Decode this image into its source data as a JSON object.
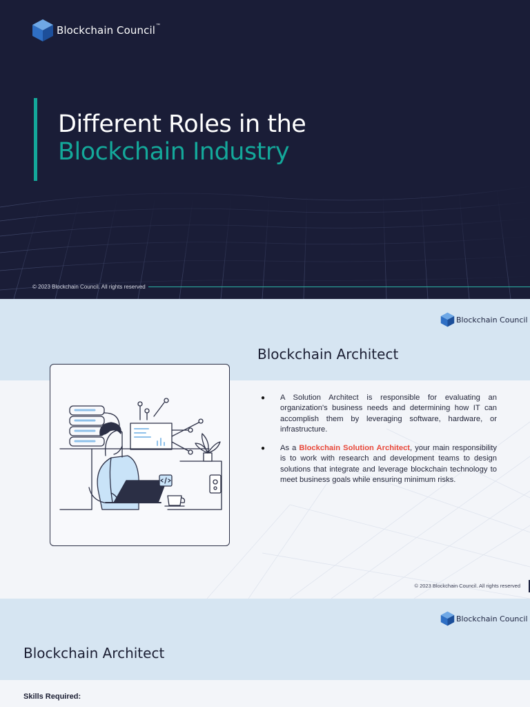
{
  "brand": {
    "name": "Blockchain Council",
    "trademark": "™"
  },
  "slide1": {
    "title_line1": "Different Roles in the",
    "title_line2": "Blockchain Industry",
    "copyright": "© 2023 Blockchain Council. All rights reserved",
    "colors": {
      "background": "#1a1d37",
      "accent": "#14a89a"
    }
  },
  "slide2": {
    "heading": "Blockchain Architect",
    "bullets": [
      {
        "text": "A Solution Architect is responsible for evaluating an organization's business needs and determining how IT can accomplish them by leveraging software, hardware, or infrastructure."
      },
      {
        "prefix": "As a ",
        "highlight": "Blockchain Solution Architect",
        "suffix": ", your main responsibility is to work with research and development teams to design solutions that integrate and leverage blockchain technology to meet business goals while ensuring minimum risks."
      }
    ],
    "bullet_symbol": "●",
    "illustration_icon": "developer-at-laptop-illustration",
    "copyright": "© 2023 Blockchain Council. All rights reserved",
    "colors": {
      "band": "#d6e5f2",
      "highlight": "#e8483a"
    }
  },
  "slide3": {
    "heading": "Blockchain Architect",
    "skills_label": "Skills Required:"
  }
}
